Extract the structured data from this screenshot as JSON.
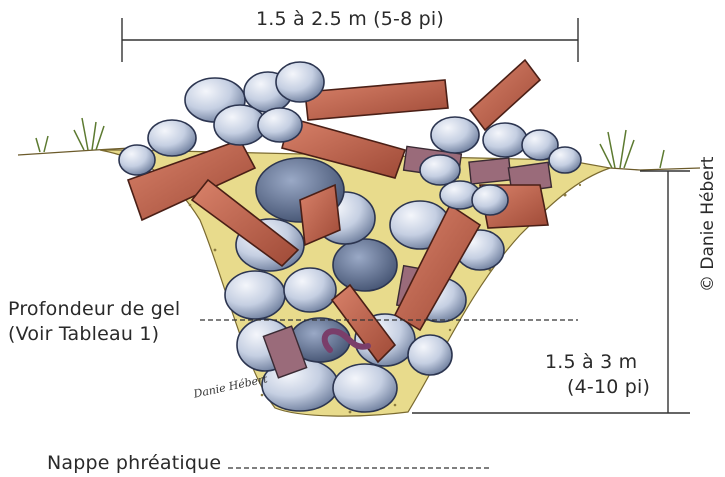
{
  "dimensions": {
    "width_label": "1.5 à 2.5 m (5-8 pi)",
    "depth_line_1": "1.5 à 3 m",
    "depth_line_2": "(4-10 pi)"
  },
  "labels": {
    "frost_line_1": "Profondeur de gel",
    "frost_line_2": "(Voir Tableau 1)",
    "water_table": "Nappe phréatique"
  },
  "credit": {
    "copyright": "© Danie Hébert",
    "signature": "Danie Hébert"
  },
  "colors": {
    "soil": "#e7d98b",
    "stone_light": "#c9d2e3",
    "stone_dark": "#5c6e8e",
    "wood": "#c46a50",
    "brick": "#9a6b7a",
    "grass": "#6a8a3a",
    "line": "#333333"
  }
}
